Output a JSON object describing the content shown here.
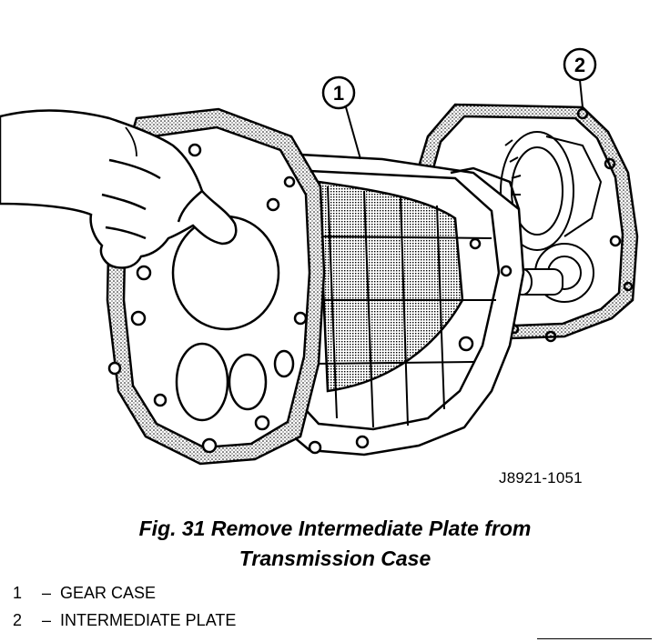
{
  "figure": {
    "id": "J8921-1051",
    "callouts": [
      {
        "number": "1"
      },
      {
        "number": "2"
      }
    ]
  },
  "caption": {
    "line1": "Fig. 31 Remove Intermediate Plate from",
    "line2": "Transmission Case"
  },
  "legend": [
    {
      "number": "1",
      "dash": "–",
      "label": "GEAR CASE"
    },
    {
      "number": "2",
      "dash": "–",
      "label": "INTERMEDIATE PLATE"
    }
  ]
}
